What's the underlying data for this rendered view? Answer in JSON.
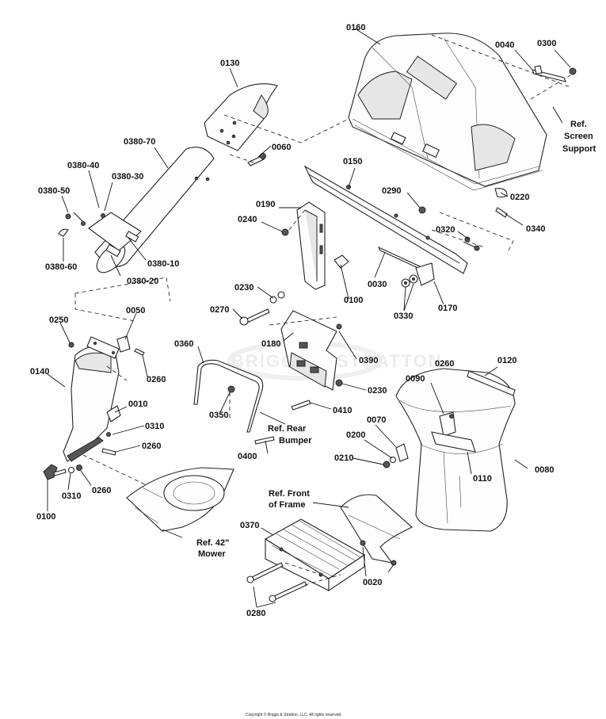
{
  "labels": {
    "p0160": "0160",
    "p0040": "0040",
    "p0300": "0300",
    "p0130": "0130",
    "p0380_70": "0380-70",
    "p0060": "0060",
    "p0380_40": "0380-40",
    "p0380_30": "0380-30",
    "p0380_50": "0380-50",
    "p0380_10": "0380-10",
    "p0380_60": "0380-60",
    "p0380_20": "0380-20",
    "p0150": "0150",
    "p0290": "0290",
    "p0220": "0220",
    "p0340": "0340",
    "p0190": "0190",
    "p0240": "0240",
    "p0320": "0320",
    "p0030": "0030",
    "p0230a": "0230",
    "p0100a": "0100",
    "p0270": "0270",
    "p0330": "0330",
    "p0170": "0170",
    "p0250": "0250",
    "p0050": "0050",
    "p0180": "0180",
    "p0390": "0390",
    "p0360": "0360",
    "p0260a": "0260",
    "p0140": "0140",
    "p0230b": "0230",
    "p0350": "0350",
    "p0410": "0410",
    "p0010": "0010",
    "p0310a": "0310",
    "p0260b": "0260",
    "p0400": "0400",
    "p0310b": "0310",
    "p0260c": "0260",
    "p0100b": "0100",
    "p0260d": "0260",
    "p0120": "0120",
    "p0090": "0090",
    "p0070": "0070",
    "p0200": "0200",
    "p0210": "0210",
    "p0080": "0080",
    "p0110": "0110",
    "p0370": "0370",
    "p0020": "0020",
    "p0280": "0280"
  },
  "refs": {
    "screen_support": [
      "Ref.",
      "Screen",
      "Support"
    ],
    "rear_bumper": [
      "Ref. Rear",
      "Bumper"
    ],
    "front_frame": [
      "Ref. Front",
      "of Frame"
    ],
    "mower": [
      "Ref. 42\"",
      "Mower"
    ]
  },
  "watermark": "BRIGGS & STRATTON",
  "copyright": "Copyright © Briggs & Stratton, LLC. All rights reserved."
}
